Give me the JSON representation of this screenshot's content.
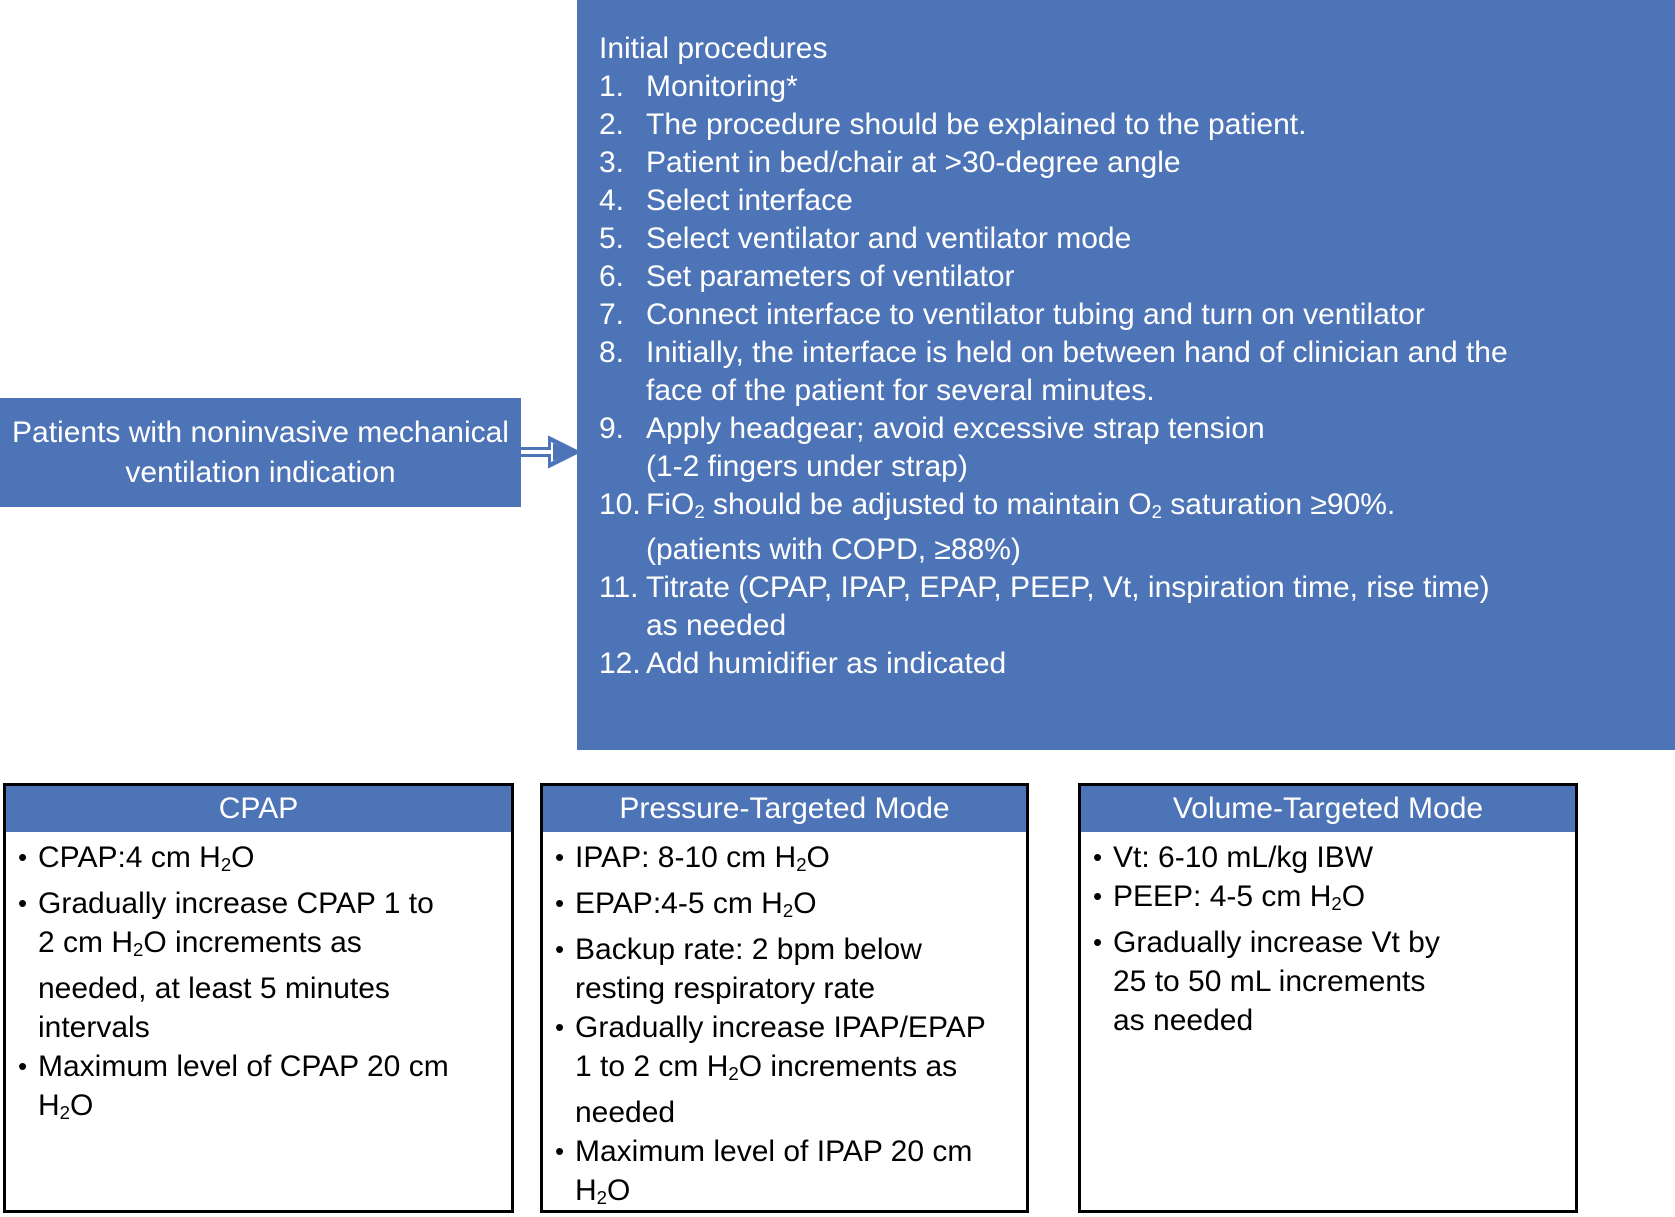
{
  "source_node": {
    "label": "Patients with noninvasive mechanical\nventilation indication"
  },
  "connector": {
    "icon": "right-arrow-icon"
  },
  "procedures": {
    "title": "Initial procedures",
    "steps": [
      {
        "num": "1.",
        "text": "Monitoring*"
      },
      {
        "num": "2.",
        "text": "The procedure should be explained to the patient."
      },
      {
        "num": "3.",
        "text": "Patient in bed/chair at >30-degree angle"
      },
      {
        "num": "4.",
        "text": "Select interface"
      },
      {
        "num": "5.",
        "text": "Select ventilator and ventilator mode"
      },
      {
        "num": "6.",
        "text": "Set parameters of ventilator"
      },
      {
        "num": "7.",
        "text": "Connect interface to ventilator tubing and turn on ventilator"
      },
      {
        "num": "8.",
        "text": "Initially, the interface is held on between hand of clinician and the\nface of the patient for several minutes."
      },
      {
        "num": "9.",
        "text": "Apply headgear; avoid excessive strap tension\n(1-2 fingers under strap)"
      },
      {
        "num": "10.",
        "html": "FiO<sub>2</sub> should be adjusted to maintain O<sub>2</sub> saturation ≥90%.<br>(patients with COPD, ≥88%)"
      },
      {
        "num": "11.",
        "text": "Titrate (CPAP, IPAP, EPAP, PEEP, Vt, inspiration time, rise time)\nas needed"
      },
      {
        "num": "12.",
        "text": "Add humidifier as indicated"
      }
    ]
  },
  "modes": [
    {
      "id": "cpap",
      "header": "CPAP",
      "items": [
        {
          "html": "CPAP:4 cm H<sub>2</sub>O"
        },
        {
          "html": "Gradually increase CPAP 1 to<br>2 cm H<sub>2</sub>O increments as<br>needed, at least 5 minutes<br>intervals"
        },
        {
          "html": "Maximum level of CPAP 20 cm<br>H<sub>2</sub>O"
        }
      ]
    },
    {
      "id": "pressure-targeted",
      "header": "Pressure-Targeted Mode",
      "items": [
        {
          "html": "IPAP: 8-10 cm H<sub>2</sub>O"
        },
        {
          "html": "EPAP:4-5 cm H<sub>2</sub>O"
        },
        {
          "html": "Backup rate: 2 bpm below<br>resting respiratory rate"
        },
        {
          "html": "Gradually increase IPAP/EPAP<br>1 to 2 cm H<sub>2</sub>O increments as<br>needed"
        },
        {
          "html": "Maximum level of IPAP 20 cm<br>H<sub>2</sub>O"
        }
      ]
    },
    {
      "id": "volume-targeted",
      "header": "Volume-Targeted Mode",
      "items": [
        {
          "html": "Vt: 6-10 mL/kg IBW"
        },
        {
          "html": "PEEP: 4-5 cm H<sub>2</sub>O"
        },
        {
          "html": "Gradually increase Vt by<br>25 to 50 mL increments<br>as needed"
        }
      ]
    }
  ],
  "colors": {
    "accent_blue": "#4e74b8",
    "text_on_accent": "#ffffff",
    "card_border": "#000000",
    "page_background": "#ffffff"
  },
  "bullet_glyph": "•"
}
